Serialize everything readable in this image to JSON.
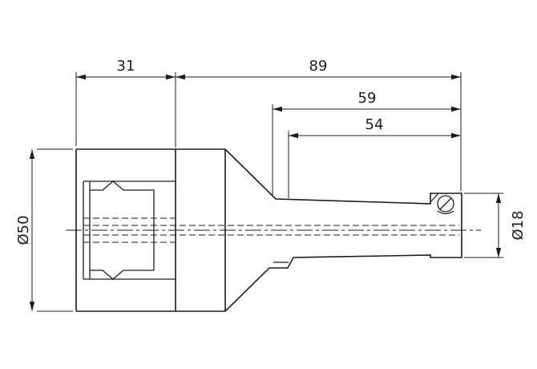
{
  "colors": {
    "background": "#ffffff",
    "line": "#1c1c1c"
  },
  "drawing": {
    "dimensions": {
      "flange_width": {
        "label": "31",
        "value": 31
      },
      "shank_length": {
        "label": "89",
        "value": 89
      },
      "upper_length": {
        "label": "59",
        "value": 59
      },
      "inner_length": {
        "label": "54",
        "value": 54
      },
      "body_diameter": {
        "label": "Ø50",
        "value": 50
      },
      "tip_diameter": {
        "label": "Ø18",
        "value": 18
      }
    }
  }
}
